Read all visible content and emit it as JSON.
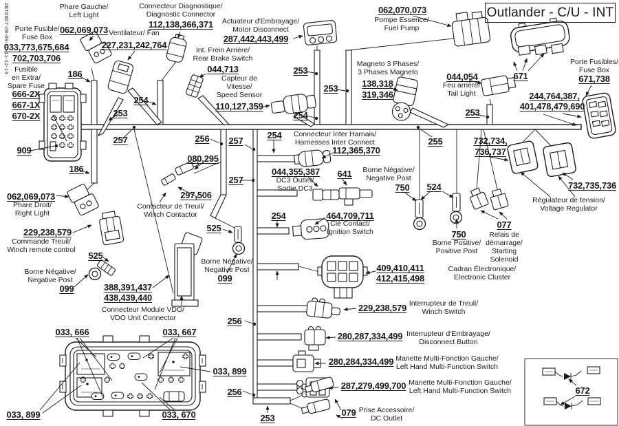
{
  "meta": {
    "doc_code": "28T0807-08-09-10-11-12-13",
    "title": "Outlander - C/U - INT",
    "line_color": "#1a1a1a",
    "background": "#ffffff"
  },
  "components": {
    "phare_gauche": {
      "name": "Phare Gauche/\nLeft Light",
      "nums": [
        "062,069,073"
      ]
    },
    "porte_fusible_gauche": {
      "name": "Porte Fusible/\nFuse Box",
      "nums": [
        "033,773,675,684",
        "702,703,706"
      ]
    },
    "fusible_extra": {
      "name": "Fusible\nen Extra/\nSpare Fuse",
      "nums": [
        "666-2X",
        "667-1X",
        "670-2X"
      ]
    },
    "fuse_panel": {
      "nums": [
        "909"
      ]
    },
    "connecteur_diagnostique": {
      "name": "Connecteur Diagnostique/\nDiagnostic Connector",
      "nums": [
        "112,138,366,371"
      ]
    },
    "ventilateur": {
      "name": "Ventilateur/ Fan",
      "nums": [
        "227,231,242,764"
      ]
    },
    "actuateur_embrayage": {
      "name": "Actuateur d'Embrayage/\nMotor Disconnect",
      "nums": [
        "287,442,443,499"
      ]
    },
    "pompe_essence": {
      "name": "Pompe Essence/\nFuel Pump",
      "nums": [
        "062,070,073"
      ]
    },
    "int_frein_arriere": {
      "name": "Int. Frein Arrière/\nRear Brake Switch",
      "nums": [
        "044,713"
      ]
    },
    "capteur_vitesse": {
      "name": "Capteur de\nVitesse/\nSpeed Sensor",
      "nums": [
        "110,127,359"
      ]
    },
    "magneto": {
      "name": "Magneto 3 Phases/\n3 Phases Magneto",
      "nums": [
        "138,318",
        "319,346"
      ]
    },
    "feu_arriere": {
      "name": "Feu arrière/\nTail Light",
      "nums": [
        "044,054"
      ]
    },
    "connecteur_multiple": {
      "nums": [
        "671"
      ]
    },
    "porte_fusibles_droit": {
      "name": "Porte Fusibles/\nFuse Box",
      "nums": [
        "671,738"
      ]
    },
    "harnais_porte_fusibles": {
      "nums": [
        "244,764,387,",
        "401,478,479,690"
      ]
    },
    "inter_harnais": {
      "name": "Connecteur Inter Harnais/\nHarnesses Inter Connect",
      "nums": [
        "112,365,370"
      ]
    },
    "dc3_outlet": {
      "name": "DC3 Outlet/\nSortie DC3",
      "nums": [
        "044,355,387",
        "641"
      ]
    },
    "borne_negative_haut": {
      "name": "Borne Négative/\nNegative Post",
      "nums": [
        "750"
      ]
    },
    "cle_contact": {
      "name": "Clé Contact/\nIgnition Switch",
      "nums": [
        "464,709,711"
      ]
    },
    "borne_positive": {
      "name": "Borne Positive/\nPositive Post",
      "nums": [
        "750"
      ]
    },
    "relais_demarrage": {
      "name": "Relais de\ndémarrage/\nStarting\nSolenoid",
      "nums": [
        "077"
      ]
    },
    "regulateur_tension": {
      "name": "Régulateur de tension/\nVoltage Regulator",
      "nums": [
        "732,734,",
        "736,737",
        "732,735,736"
      ]
    },
    "phare_droit": {
      "name": "Phare Droit/\nRight Light",
      "nums": [
        "062,069,073"
      ]
    },
    "commande_treuil": {
      "name": "Commande Treuil/\nWinch remote control",
      "nums": [
        "229,238,579"
      ]
    },
    "contacteur_treuil": {
      "name": "Contacteur de Treuil/\nWinch Contactor",
      "nums": [
        "080,295",
        "297,506"
      ]
    },
    "borne_negative_gauche": {
      "name": "Borne Négative/\nNegative Post",
      "nums": [
        "099"
      ]
    },
    "borne_negative_centre": {
      "name": "Borne Négative/\nNegative Post",
      "nums": [
        "099"
      ]
    },
    "module_vdo": {
      "name": "Connecteur Module VDO/\nVDO Unit Connector",
      "nums": [
        "388,391,437",
        "438,439,440"
      ]
    },
    "boitier_vdo": {
      "nums": [
        "033, 666",
        "033, 667",
        "033, 899",
        "033, 670"
      ]
    },
    "cadran_electronique": {
      "name": "Cadran Électronique/\nElectronic Cluster",
      "nums": [
        "409,410,411",
        "412,415,498"
      ]
    },
    "interrupteur_treuil": {
      "name": "Interrupteur de Treuil/\nWinch Switch",
      "nums": [
        "229,238,579"
      ]
    },
    "interrupteur_embrayage": {
      "name": "Interrupteur d'Embrayage/\nDisconnect Button",
      "nums": [
        "280,287,334,499"
      ]
    },
    "manette_gauche_1": {
      "name": "Manette Multi-Fonction Gauche/\nLeft Hand Multi-Function Switch",
      "nums": [
        "280,284,334,499"
      ]
    },
    "manette_gauche_2": {
      "name": "Manette Multi-Fonction Gauche/\nLeft Hand Multi-Function Switch",
      "nums": [
        "287,279,499,700"
      ]
    },
    "prise_accessoire": {
      "name": "Prise Accessoire/\nDC Outlet",
      "nums": [
        "079"
      ]
    },
    "diodes": {
      "nums": [
        "672"
      ]
    }
  },
  "wire_markers": {
    "w186": "186",
    "w253": "253",
    "w254": "254",
    "w255": "255",
    "w256": "256",
    "w257": "257",
    "w524": "524",
    "w525": "525"
  }
}
